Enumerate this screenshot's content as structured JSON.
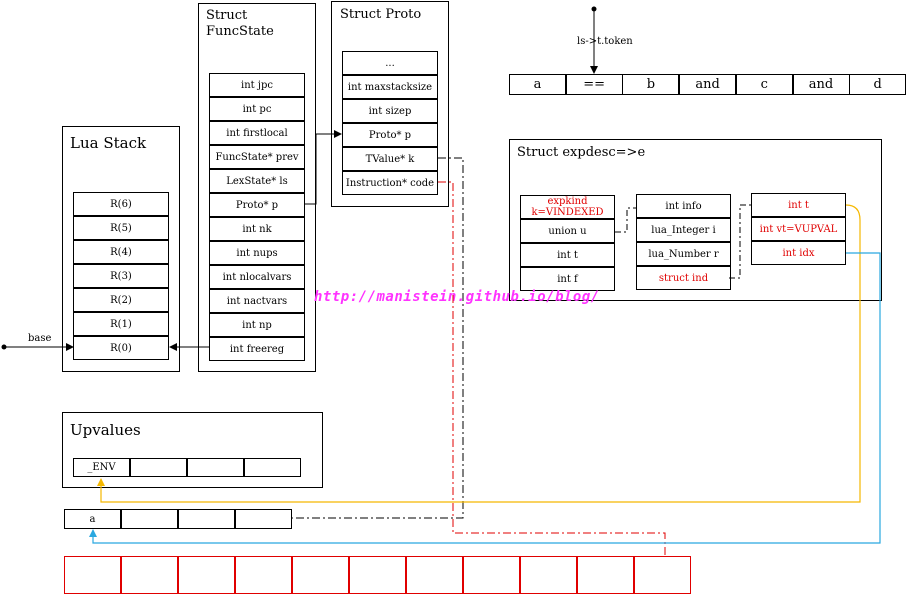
{
  "funcstate": {
    "title": "Struct\nFuncState",
    "fields": [
      "int jpc",
      "int pc",
      "int firstlocal",
      "FuncState* prev",
      "LexState* ls",
      "Proto* p",
      "int nk",
      "int nups",
      "int nlocalvars",
      "int nactvars",
      "int np",
      "int freereg"
    ]
  },
  "proto": {
    "title": "Struct Proto",
    "fields": [
      "...",
      "int maxstacksize",
      "int sizep",
      "Proto* p",
      "TValue* k",
      "Instruction* code"
    ]
  },
  "luastack": {
    "title": "Lua Stack",
    "regs": [
      "R(6)",
      "R(5)",
      "R(4)",
      "R(3)",
      "R(2)",
      "R(1)",
      "R(0)"
    ],
    "base_label": "base"
  },
  "tokens": {
    "pointer_label": "ls->t.token",
    "items": [
      "a",
      "==",
      "b",
      "and",
      "c",
      "and",
      "d"
    ]
  },
  "expdesc": {
    "title": "Struct expdesc=>e",
    "col1": [
      "expkind\nk=VINDEXED",
      "union u",
      "int t",
      "int f"
    ],
    "col1_red": [
      true,
      false,
      false,
      false
    ],
    "col2": [
      "int info",
      "lua_Integer i",
      "lua_Number r",
      "struct ind"
    ],
    "col2_red": [
      false,
      false,
      false,
      true
    ],
    "col3": [
      "int t",
      "int vt=VUPVAL",
      "int idx"
    ],
    "col3_red": [
      true,
      true,
      true
    ]
  },
  "upvalues": {
    "title": "Upvalues",
    "cells": [
      "_ENV",
      "",
      "",
      ""
    ]
  },
  "constants": {
    "cells": [
      "a",
      "",
      "",
      ""
    ]
  },
  "code_array": {
    "count": 11
  },
  "watermark": "http://manistein.github.io/blog/",
  "colors": {
    "red": "#e00000",
    "orange_arrow": "#f5b800",
    "blue_arrow": "#29a8e0",
    "watermark": "#ff33ff"
  }
}
